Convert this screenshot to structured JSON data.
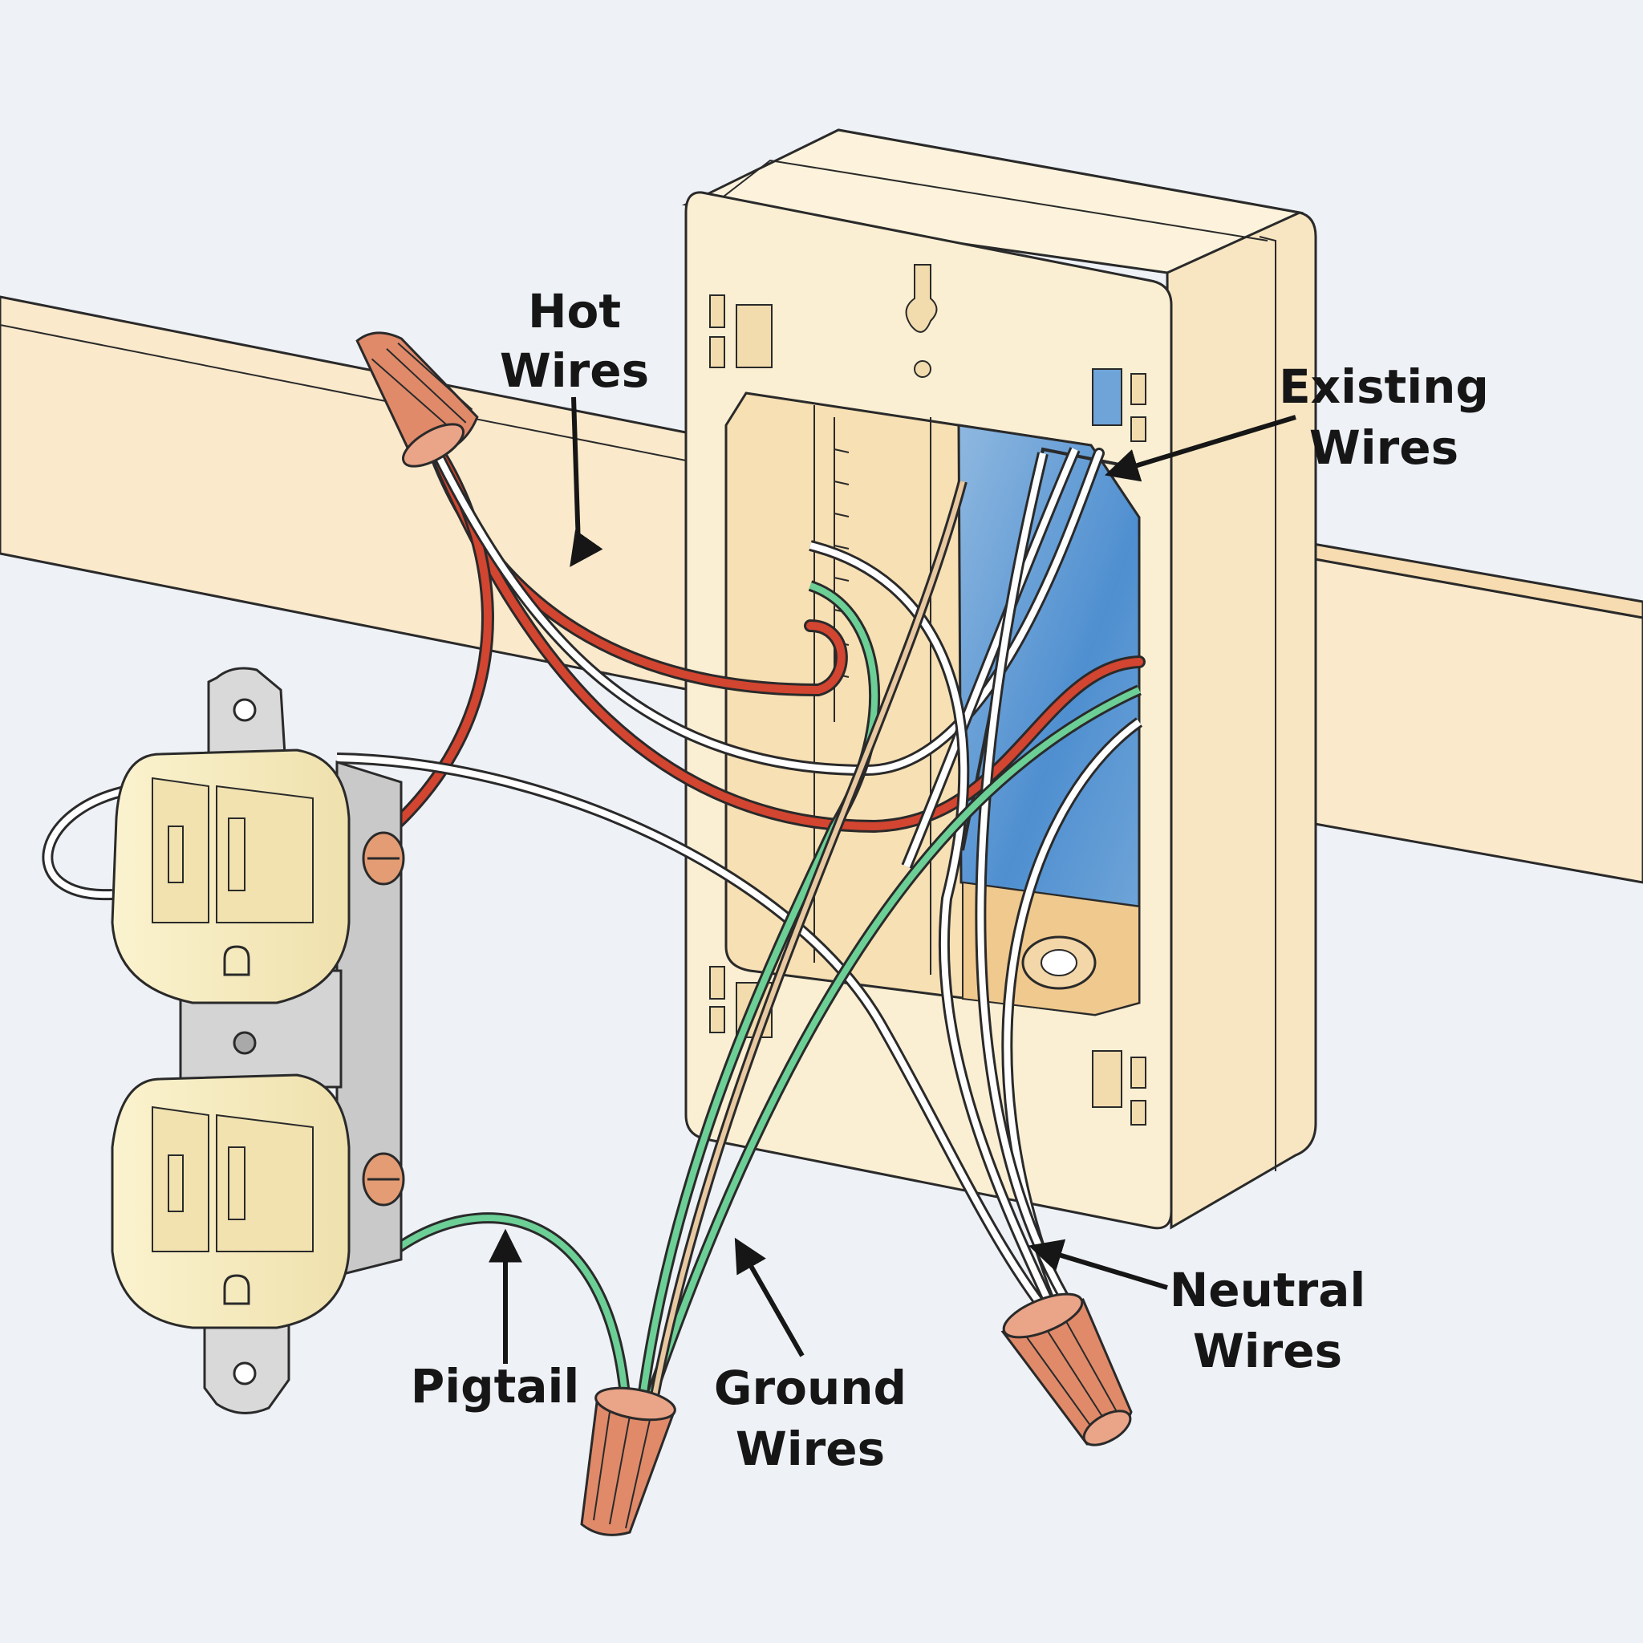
{
  "labels": {
    "hot": [
      "Hot",
      "Wires"
    ],
    "existing": [
      "Existing",
      "Wires"
    ],
    "neutral": [
      "Neutral",
      "Wires"
    ],
    "ground": [
      "Ground",
      "Wires"
    ],
    "pigtail": "Pigtail"
  },
  "colors": {
    "background": "#eef1f6",
    "stud": "#fbe9cc",
    "box": "#fbefd3",
    "box_interior": "#4f8fd0",
    "hot_wire": "#c8321f",
    "neutral_wire": "#ffffff",
    "ground_wire": "#2fa868",
    "wire_nut": "#e08a6a",
    "receptacle": "#f6ecc0",
    "outline": "#2a2a2a"
  },
  "icons": {
    "wire_nut": "wire-nut-icon",
    "receptacle": "duplex-receptacle-icon",
    "arrow": "callout-arrow-icon"
  }
}
